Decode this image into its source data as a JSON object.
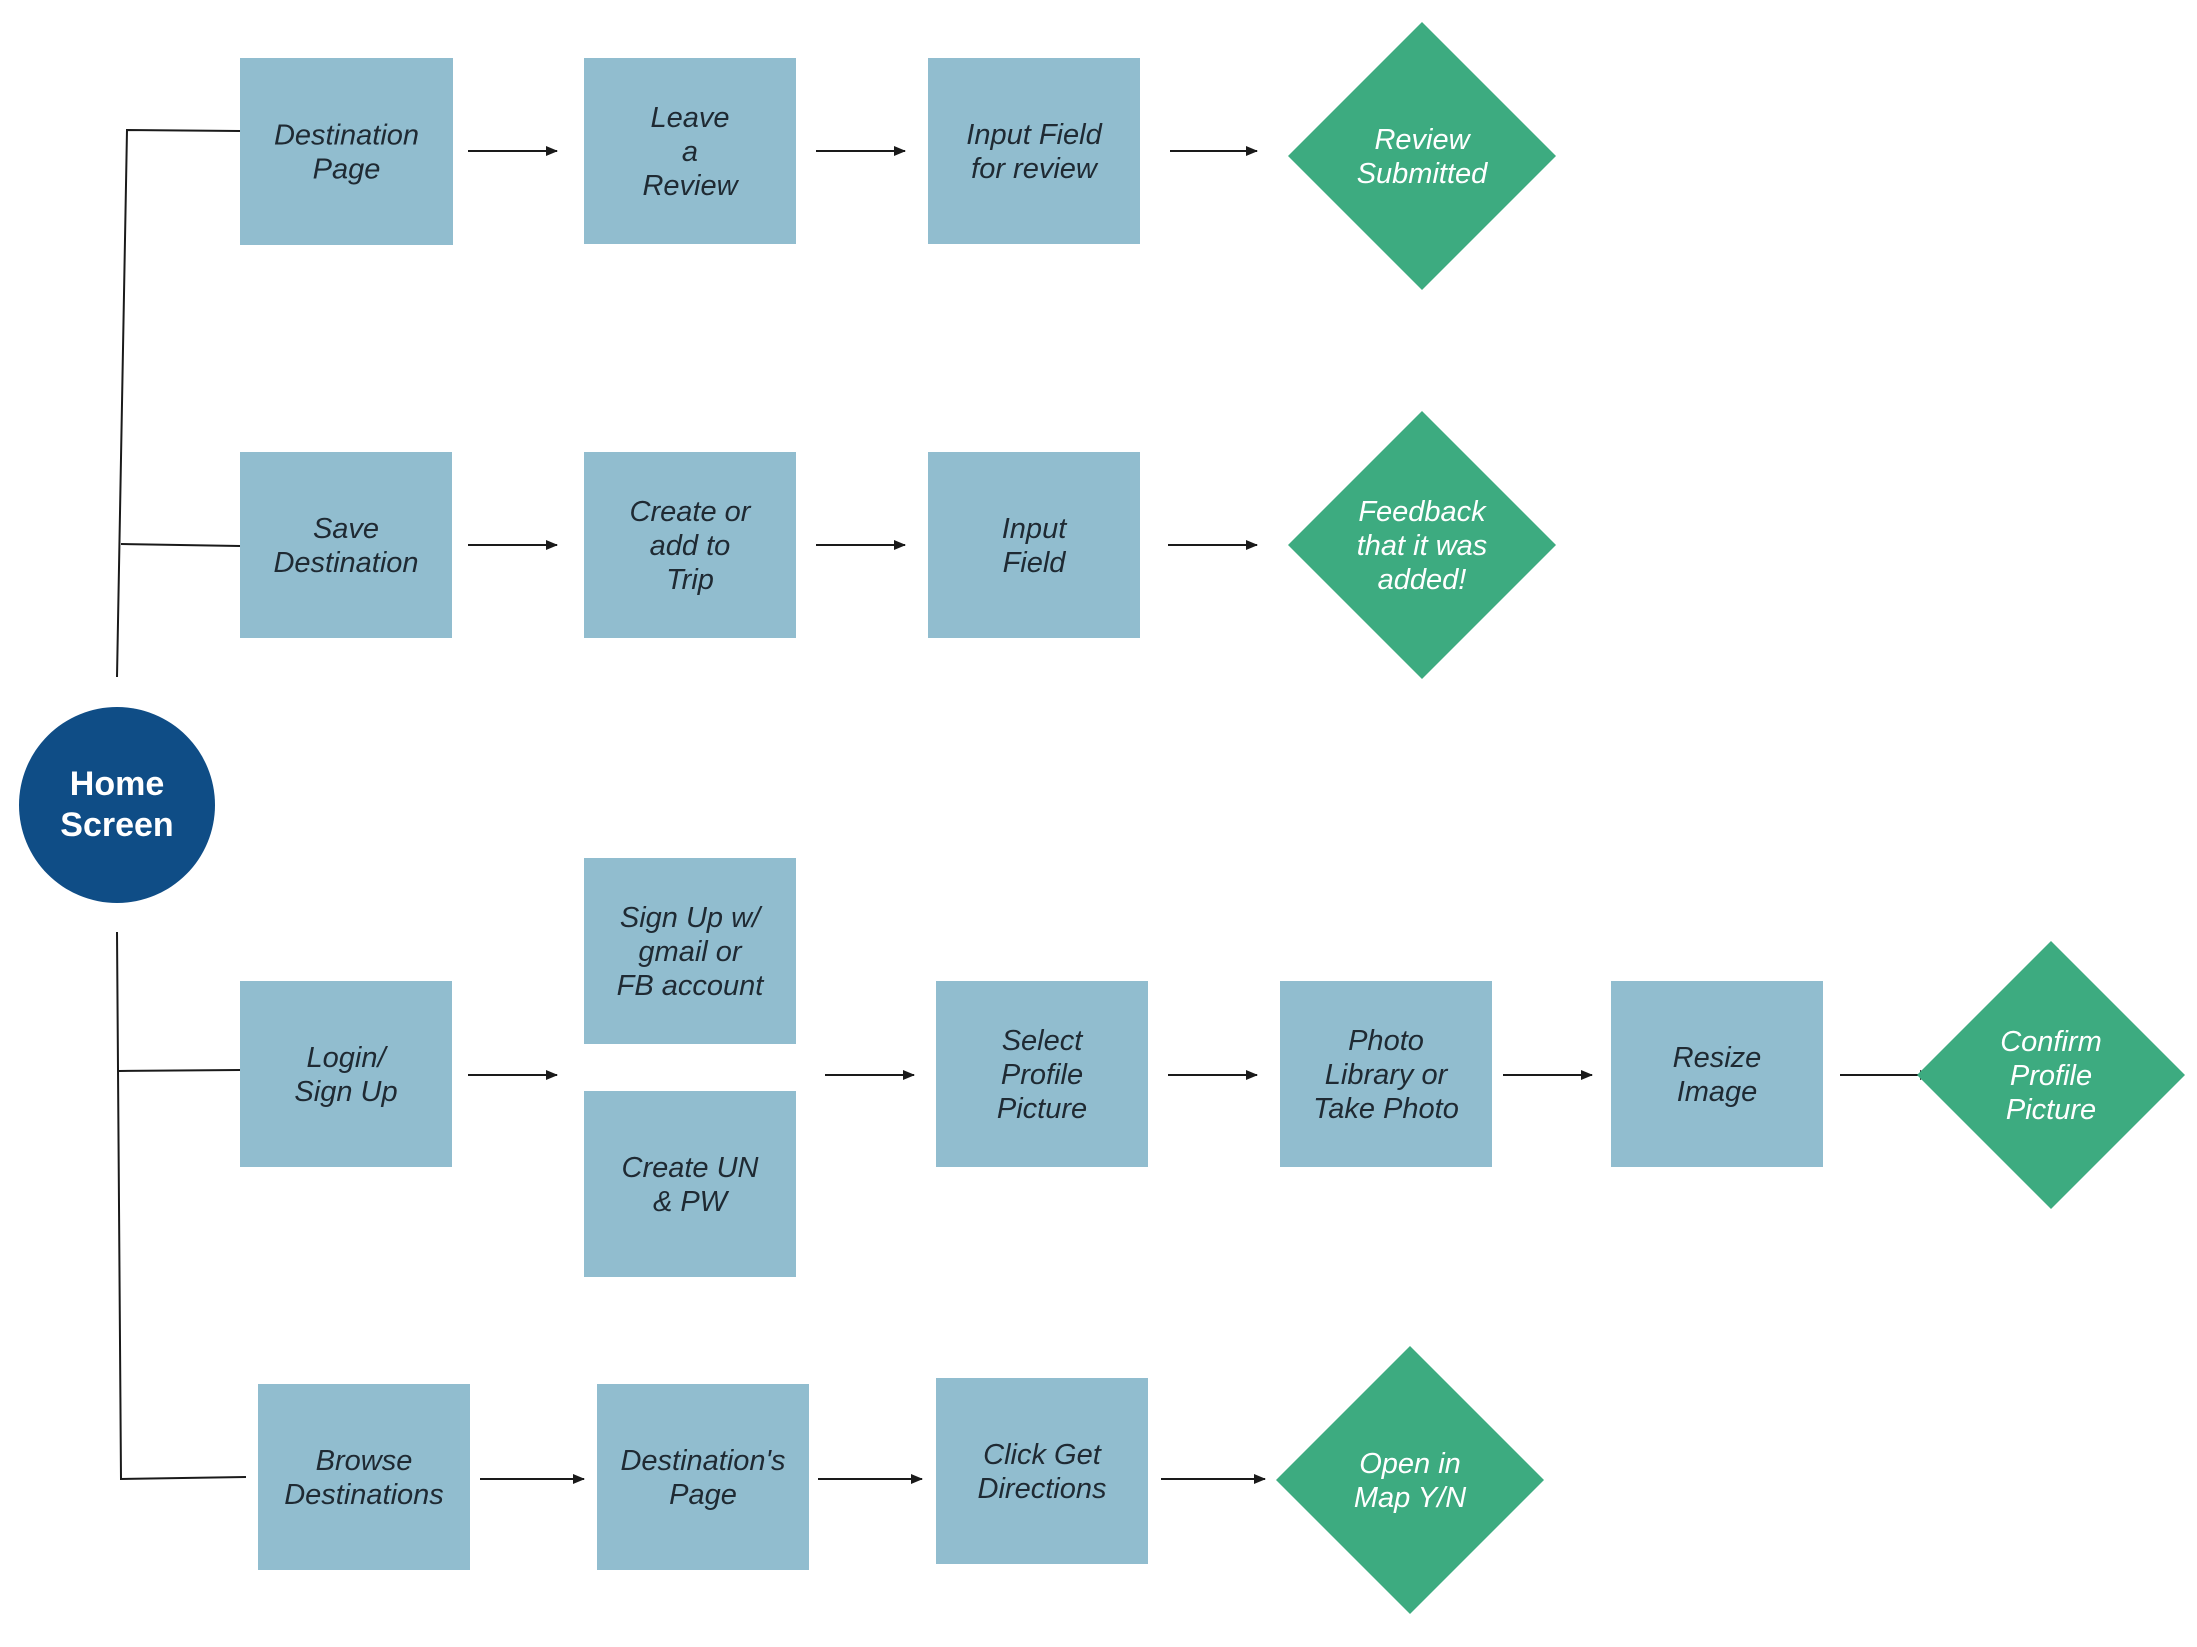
{
  "colors": {
    "box_fill": "#91bdcf",
    "decision_fill": "#3dab80",
    "home_fill": "#0f4d86",
    "connector": "#1a1a1a"
  },
  "home": {
    "label": [
      "Home",
      "Screen"
    ]
  },
  "flows": [
    {
      "steps": [
        {
          "kind": "box",
          "label": [
            "Destination",
            "Page"
          ]
        },
        {
          "kind": "box",
          "label": [
            "Leave",
            "a",
            "Review"
          ]
        },
        {
          "kind": "box",
          "label": [
            "Input Field",
            "for review"
          ]
        },
        {
          "kind": "decision",
          "label": [
            "Review",
            "Submitted"
          ]
        }
      ]
    },
    {
      "steps": [
        {
          "kind": "box",
          "label": [
            "Save",
            "Destination"
          ]
        },
        {
          "kind": "box",
          "label": [
            "Create or",
            "add to",
            "Trip"
          ]
        },
        {
          "kind": "box",
          "label": [
            "Input",
            "Field"
          ]
        },
        {
          "kind": "decision",
          "label": [
            "Feedback",
            "that it was",
            "added!"
          ]
        }
      ]
    },
    {
      "steps": [
        {
          "kind": "box",
          "label": [
            "Login/",
            "Sign Up"
          ]
        },
        {
          "kind": "box",
          "label": [
            "Sign Up w/",
            "gmail or",
            "FB account"
          ]
        },
        {
          "kind": "box",
          "label": [
            "Create UN",
            "& PW"
          ]
        },
        {
          "kind": "box",
          "label": [
            "Select",
            "Profile",
            "Picture"
          ]
        },
        {
          "kind": "box",
          "label": [
            "Photo",
            "Library or",
            "Take Photo"
          ]
        },
        {
          "kind": "box",
          "label": [
            "Resize",
            "Image"
          ]
        },
        {
          "kind": "decision",
          "label": [
            "Confirm",
            "Profile",
            "Picture"
          ]
        }
      ]
    },
    {
      "steps": [
        {
          "kind": "box",
          "label": [
            "Browse",
            "Destinations"
          ]
        },
        {
          "kind": "box",
          "label": [
            "Destination's",
            "Page"
          ]
        },
        {
          "kind": "box",
          "label": [
            "Click Get",
            "Directions"
          ]
        },
        {
          "kind": "decision",
          "label": [
            "Open in",
            "Map Y/N"
          ]
        }
      ]
    }
  ]
}
